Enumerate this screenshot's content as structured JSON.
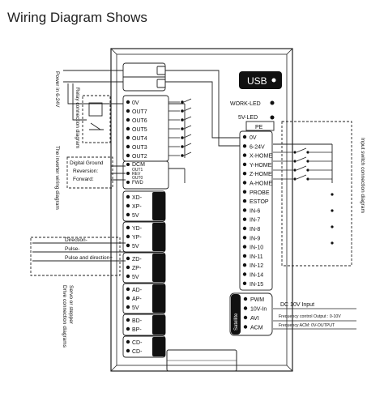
{
  "page_title": "Wiring Diagram Shows",
  "side_labels": {
    "power": "Power in 6-24V",
    "relay": "Relay connection diagram",
    "inverter": "The inverter wiring diagram",
    "servo_line1": "Servo or stepper",
    "servo_line2": "Drive connection diagrams",
    "input_switch": "Input switch connection diagram"
  },
  "board": {
    "usb": "USB",
    "work_led": "WORK-LED",
    "led_5v": "5V-LED",
    "pe": "PE",
    "satellite": "Satellite"
  },
  "left_terminals": [
    "0V",
    "OUT7",
    "OUT6",
    "OUT5",
    "OUT4",
    "OUT3",
    "OUT2"
  ],
  "dcm_terminals": [
    "DCM",
    "OUT1",
    "REV",
    "OUT0",
    "FWD"
  ],
  "axis_groups": [
    [
      "XD-",
      "XP-",
      "5V"
    ],
    [
      "YD-",
      "YP-",
      "5V"
    ],
    [
      "ZD-",
      "ZP-",
      "5V"
    ],
    [
      "AD-",
      "AP-",
      "5V"
    ],
    [
      "BD-",
      "BP-"
    ],
    [
      "CD-",
      "CD-"
    ]
  ],
  "right_terminals": [
    "0V",
    "6-24V",
    "X-HOME",
    "Y-HOME",
    "Z-HOME",
    "A-HOME",
    "PROBE",
    "ESTOP",
    "IN-6",
    "IN-7",
    "IN-8",
    "IN-9",
    "IN-10",
    "IN-11",
    "IN-12",
    "IN-14",
    "IN-15"
  ],
  "satellite_terminals": [
    "PWM",
    "10V-In",
    "AVI",
    "ACM"
  ],
  "inverter_box": [
    "Digital Ground",
    "Reversion:",
    "Forward:"
  ],
  "pulse_labels": [
    "Direction-",
    "Pulse-",
    "Pulse and direction+"
  ],
  "dc_notes": {
    "title": "DC 10V Input",
    "line1": "Frequency control Output : 0-10V",
    "line2": "Frequency ACM: 0V-OUTPUT"
  }
}
